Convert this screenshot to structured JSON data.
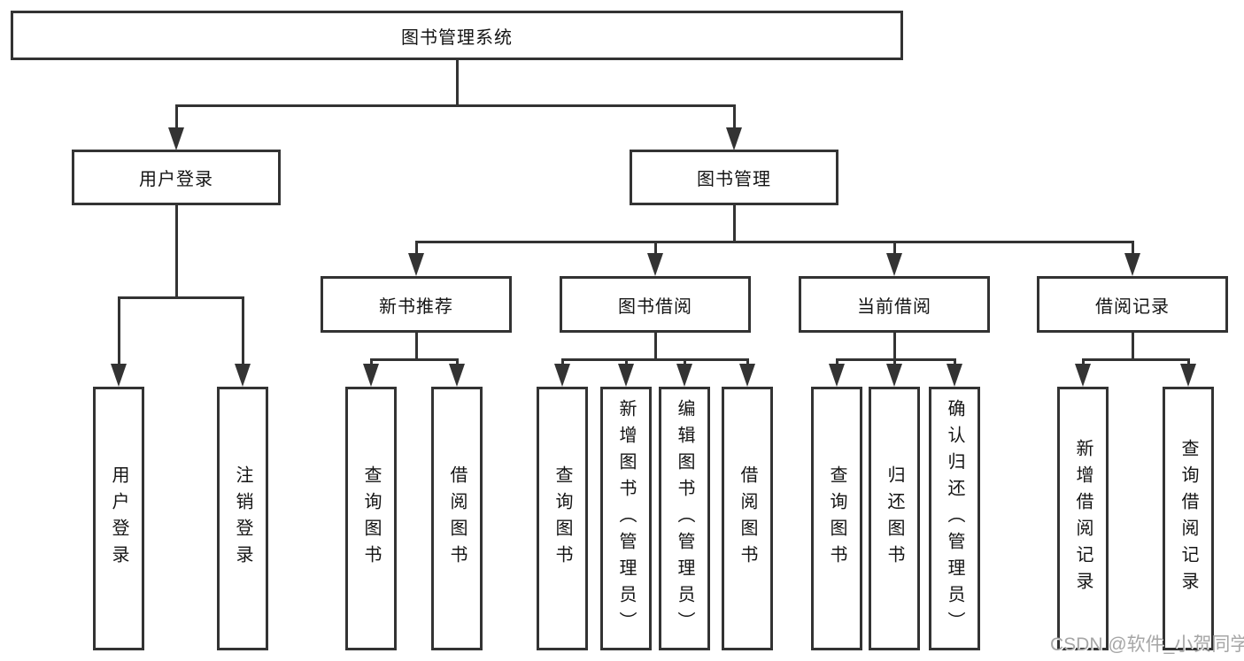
{
  "diagram": {
    "root": {
      "label": "图书管理系统"
    },
    "level2": [
      {
        "label": "用户登录"
      },
      {
        "label": "图书管理"
      }
    ],
    "level3": [
      {
        "label": "新书推荐"
      },
      {
        "label": "图书借阅"
      },
      {
        "label": "当前借阅"
      },
      {
        "label": "借阅记录"
      }
    ],
    "leaves": {
      "user_login": [
        "用户登录",
        "注销登录"
      ],
      "new_book": [
        "查询图书",
        "借阅图书"
      ],
      "book_borrow": [
        "查询图书",
        "新增图书（管理员）",
        "编辑图书（管理员）",
        "借阅图书"
      ],
      "current_borrow": [
        "查询图书",
        "归还图书",
        "确认归还（管理员）"
      ],
      "borrow_record": [
        "新增借阅记录",
        "查询借阅记录"
      ]
    },
    "colors": {
      "line": "#333333",
      "box_border": "#333333",
      "box_fill": "#ffffff",
      "text": "#141414",
      "watermark": "#a6a6a6"
    }
  },
  "watermark": {
    "text": "CSDN @软件_小贺同学"
  }
}
